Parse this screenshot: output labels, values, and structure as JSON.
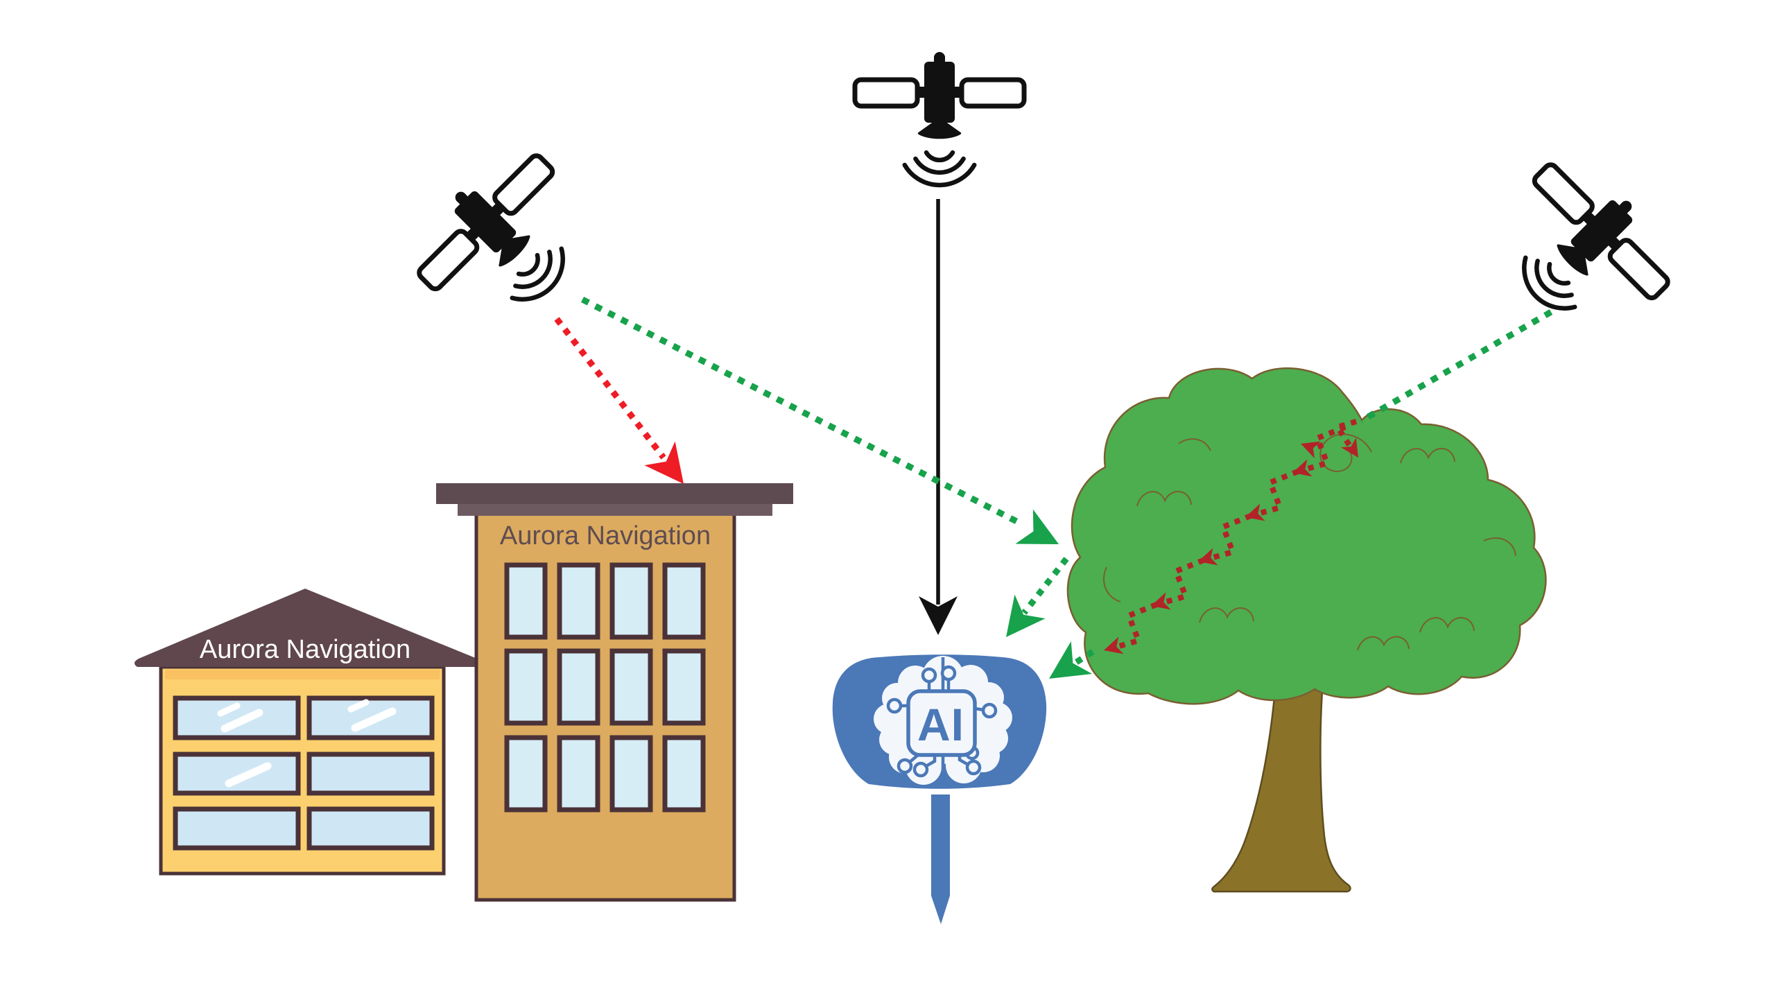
{
  "diagram": {
    "labels": {
      "tall_building": "Aurora Navigation",
      "small_building": "Aurora Navigation",
      "receiver_chip": "AI"
    },
    "colors": {
      "background": "#ffffff",
      "satellite_black": "#111111",
      "signal_direct_black": "#111111",
      "signal_clear_green": "#17a24b",
      "signal_blocked_red": "#ee1c25",
      "signal_scattered_dark_red": "#b22328",
      "tree_canopy_green": "#4cae4f",
      "tree_outline_brown": "#7a5f31",
      "tree_trunk_brown": "#8a7329",
      "receiver_blue": "#4b78b7",
      "receiver_face_white": "#f3f7fc",
      "tall_building_wall_tan": "#dcab5f",
      "roof_dark_mauve": "#5e4b51",
      "roof_trim_mauve": "#6d5a60",
      "house_wall_yellow": "#fcd06e",
      "house_trim_orange": "#f9c162",
      "house_roof_mauve": "#5f474d",
      "window_frame_dark": "#4a3238",
      "glass_light_blue": "#d6edf6",
      "glass_teal": "#8ab6c2",
      "house_glass_blue": "#cfe7f5",
      "label_text_dark": "#5f4c52",
      "label_text_white": "#ffffff"
    },
    "signals": [
      {
        "from": "satellite-top",
        "to": "ai-receiver",
        "type": "direct line-of-sight",
        "style": "solid-black-arrow"
      },
      {
        "from": "satellite-left",
        "to": "tree",
        "type": "clear signal",
        "style": "green-dotted-arrow"
      },
      {
        "from": "satellite-left",
        "to": "tall-building-roof",
        "type": "blocked signal",
        "style": "red-dotted-arrow"
      },
      {
        "from": "satellite-right",
        "to": "tree",
        "type": "clear signal",
        "style": "green-dotted-line"
      },
      {
        "within": "tree-canopy",
        "type": "scattered multipath",
        "style": "dark-red-zigzag-arrows"
      },
      {
        "from": "tree",
        "to": "ai-receiver",
        "type": "attenuated signal",
        "style": "green-dotted-arrows",
        "count": 2
      }
    ]
  }
}
